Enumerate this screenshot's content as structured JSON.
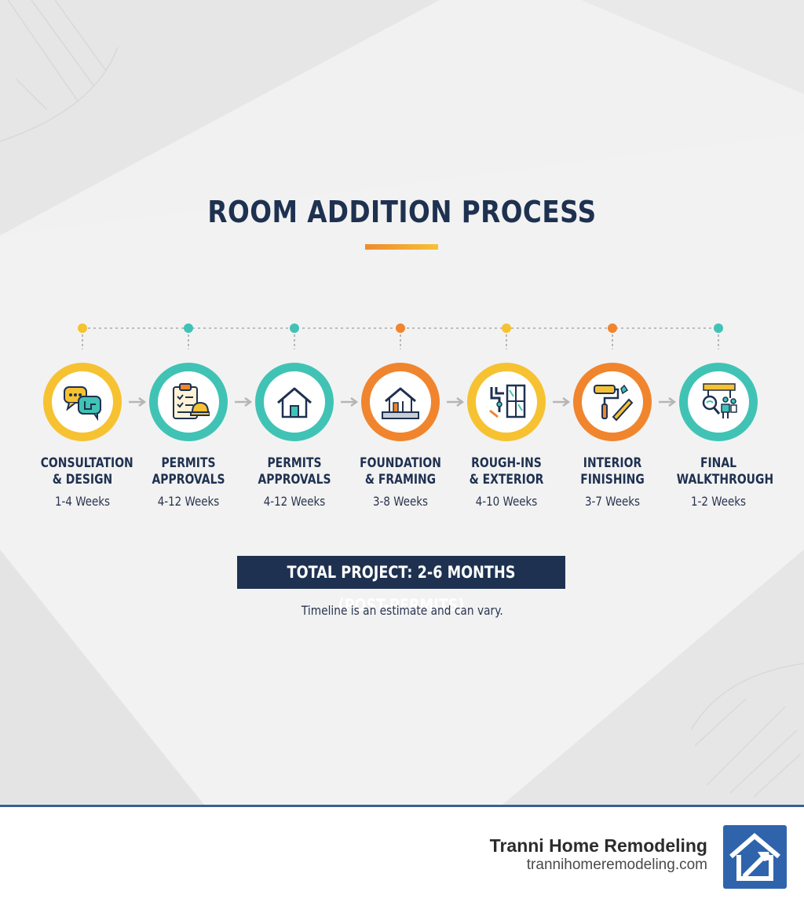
{
  "title": "ROOM ADDITION PROCESS",
  "colors": {
    "navy": "#1e3150",
    "yellow": "#f6c231",
    "teal": "#40c3b5",
    "orange": "#f0852e",
    "brand_blue": "#2f64ad"
  },
  "steps": [
    {
      "title_line1": "CONSULTATION",
      "title_line2": "& DESIGN",
      "duration": "1-4 Weeks",
      "color": "yellow",
      "icon": "chat-bubbles-icon"
    },
    {
      "title_line1": "PERMITS",
      "title_line2": "APPROVALS",
      "duration": "4-12 Weeks",
      "color": "teal",
      "icon": "clipboard-hardhat-icon"
    },
    {
      "title_line1": "PERMITS",
      "title_line2": "APPROVALS",
      "duration": "4-12 Weeks",
      "color": "teal",
      "icon": "house-icon"
    },
    {
      "title_line1": "FOUNDATION",
      "title_line2": "& FRAMING",
      "duration": "3-8 Weeks",
      "color": "orange",
      "icon": "house-frame-icon"
    },
    {
      "title_line1": "ROUGH-INS",
      "title_line2": "& EXTERIOR",
      "duration": "4-10 Weeks",
      "color": "yellow",
      "icon": "pipes-window-icon"
    },
    {
      "title_line1": "INTERIOR",
      "title_line2": "FINISHING",
      "duration": "3-7 Weeks",
      "color": "orange",
      "icon": "paint-roller-icon"
    },
    {
      "title_line1": "FINAL",
      "title_line2": "WALKTHROUGH",
      "duration": "1-2 Weeks",
      "color": "teal",
      "icon": "inspection-icon"
    }
  ],
  "total_label": "TOTAL PROJECT: 2-6 MONTHS (POST-PERMITS)",
  "note": "Timeline is an estimate and can vary.",
  "footer": {
    "brand_name": "Tranni Home Remodeling",
    "brand_url": "trannihomeremodeling.com",
    "logo_icon": "house-hammer-logo-icon"
  }
}
